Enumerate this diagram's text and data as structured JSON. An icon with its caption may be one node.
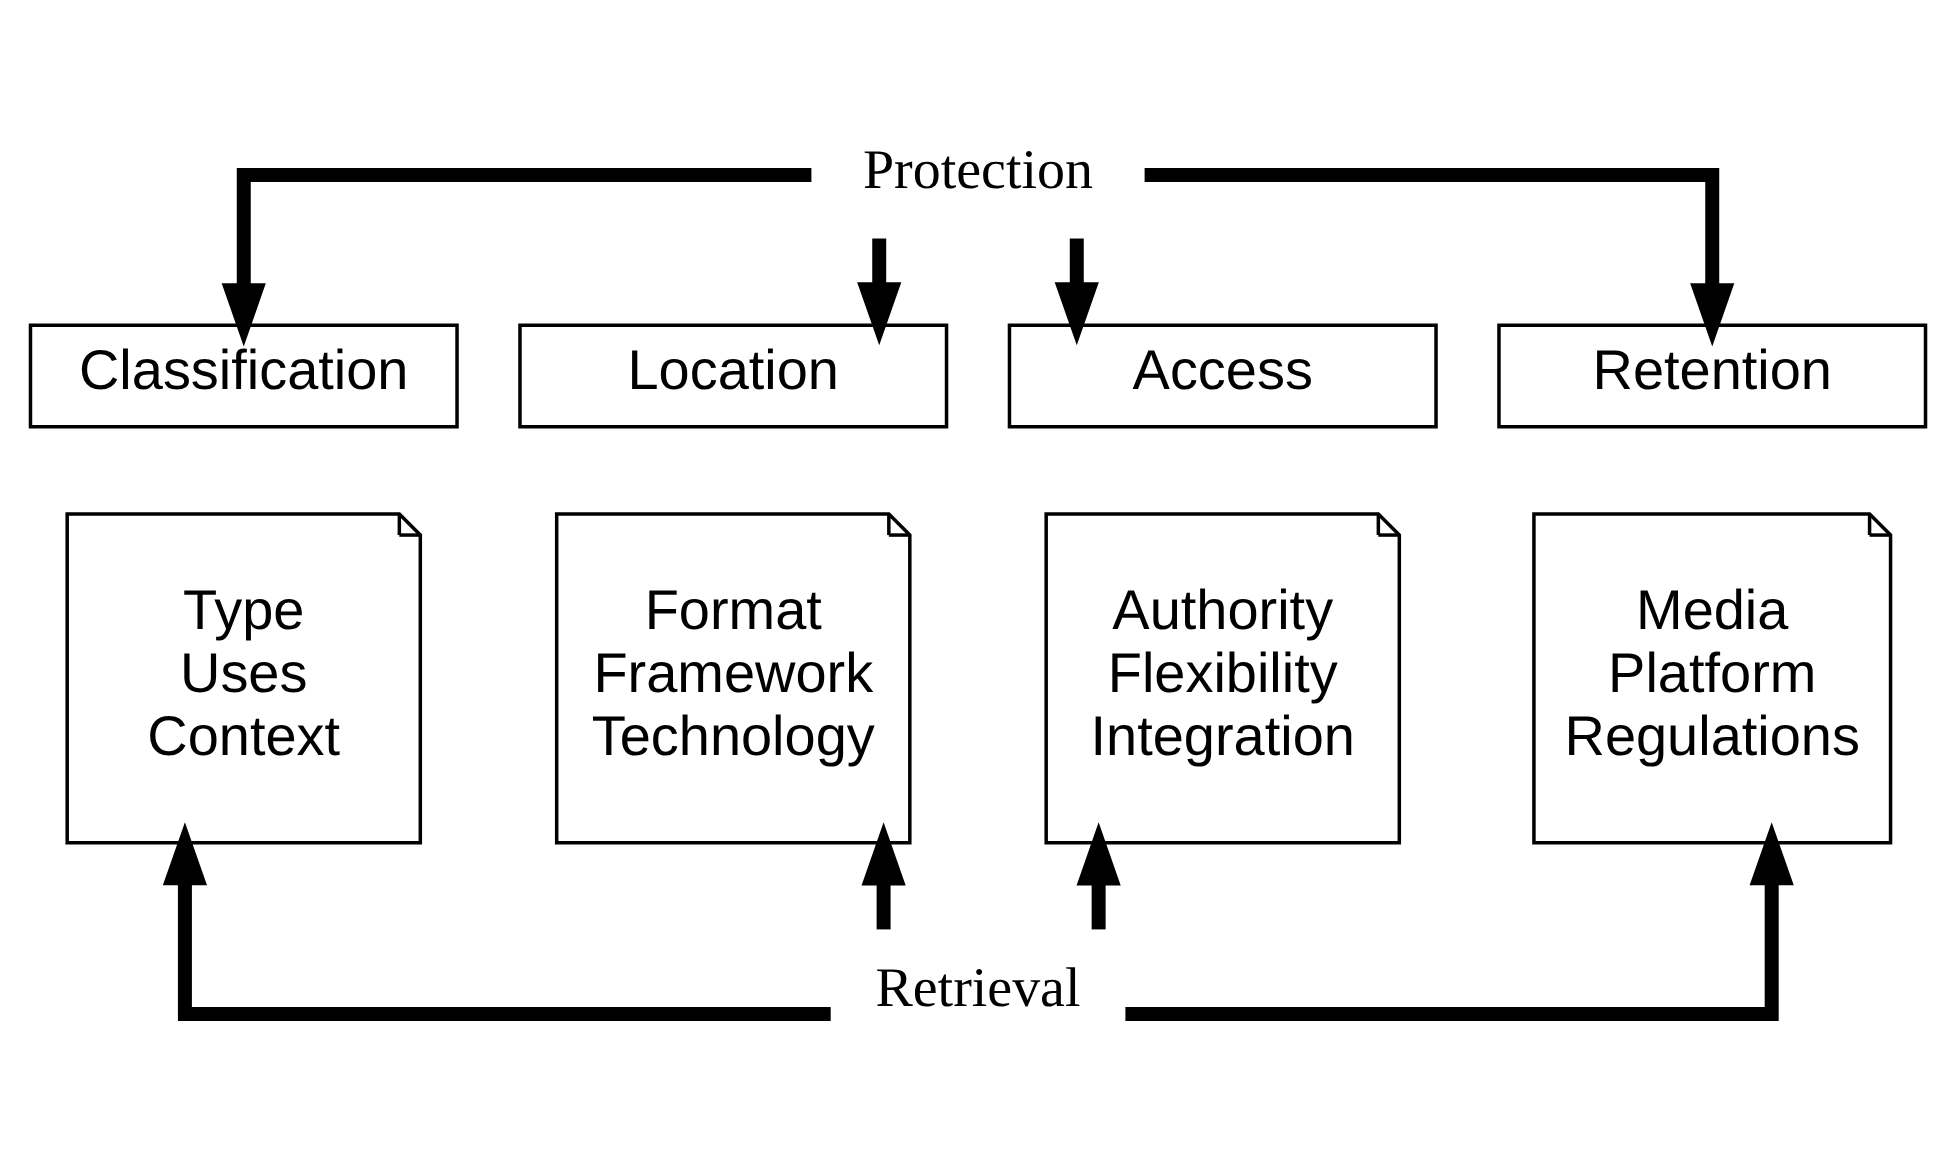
{
  "diagram": {
    "nodes": [
      {
        "text": [
          "Protection"
        ]
      },
      {
        "text": [
          "Classification"
        ]
      },
      {
        "text": [
          "Type Uses Context"
        ]
      },
      {
        "text": [
          "Location"
        ]
      },
      {
        "text": [
          "Format Framework Technology"
        ]
      },
      {
        "text": [
          "Access"
        ]
      },
      {
        "text": [
          "Authority Flexibility Integration"
        ]
      },
      {
        "text": [
          "Retention"
        ]
      },
      {
        "text": [
          "Media Platform Regulations"
        ]
      },
      {
        "text": [
          "Retrieval"
        ]
      }
    ],
    "edges": [
      {
        "from": 0,
        "to": 1,
        "arrow": "to"
      },
      {
        "from": 0,
        "to": 3,
        "arrow": "to"
      },
      {
        "from": 0,
        "to": 5,
        "arrow": "to"
      },
      {
        "from": 0,
        "to": 7,
        "arrow": "to"
      },
      {
        "from": 9,
        "to": 2,
        "arrow": "to"
      },
      {
        "from": 9,
        "to": 4,
        "arrow": "to"
      },
      {
        "from": 9,
        "to": 6,
        "arrow": "to"
      },
      {
        "from": 9,
        "to": 8,
        "arrow": "to"
      }
    ]
  }
}
